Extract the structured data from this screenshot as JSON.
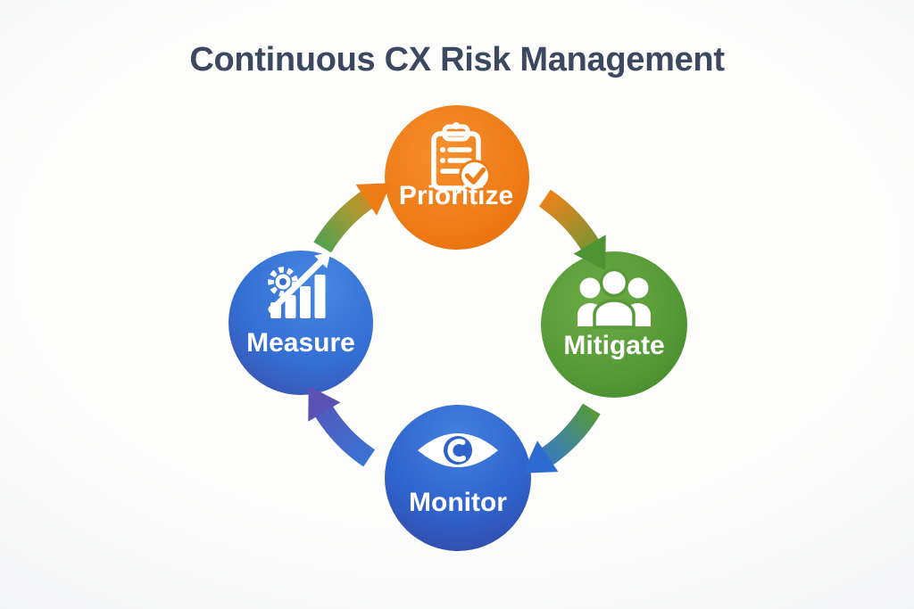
{
  "title": "Continuous CX Risk Management",
  "colors": {
    "title_text": "#3c4760",
    "background": "#fdfdfc",
    "background_edge": "#f3f4f6",
    "label_text": "#ffffff"
  },
  "diagram": {
    "type": "cycle",
    "direction": "clockwise",
    "nodes": [
      {
        "id": "prioritize",
        "label": "Prioritize",
        "icon": "clipboard-check-icon",
        "position": "top",
        "color_light": "#f5902d",
        "color_base": "#ee7d18",
        "color_dark": "#e66d0c"
      },
      {
        "id": "mitigate",
        "label": "Mitigate",
        "icon": "people-group-icon",
        "position": "right",
        "color_light": "#6cab46",
        "color_base": "#579b38",
        "color_dark": "#47892a"
      },
      {
        "id": "monitor",
        "label": "Monitor",
        "icon": "eye-icon",
        "position": "bottom",
        "color_light": "#4380de",
        "color_base": "#2f63cc",
        "color_dark": "#35429e"
      },
      {
        "id": "measure",
        "label": "Measure",
        "icon": "gear-growth-chart-icon",
        "position": "left",
        "color_light": "#4787e2",
        "color_base": "#3470d4",
        "color_dark": "#3a4aa6"
      }
    ],
    "arrows": [
      {
        "from": "Prioritize",
        "to": "Mitigate",
        "gradient": [
          "#ee8119",
          "#a08f2d",
          "#4f9434"
        ]
      },
      {
        "from": "Mitigate",
        "to": "Monitor",
        "gradient": [
          "#55993a",
          "#3f85a0",
          "#2e6bd0"
        ]
      },
      {
        "from": "Monitor",
        "to": "Measure",
        "gradient": [
          "#3a74d4",
          "#4a62c4",
          "#5b50b4"
        ]
      },
      {
        "from": "Measure",
        "to": "Prioritize",
        "gradient": [
          "#55a04f",
          "#a59a33",
          "#ec7c16"
        ]
      }
    ]
  }
}
